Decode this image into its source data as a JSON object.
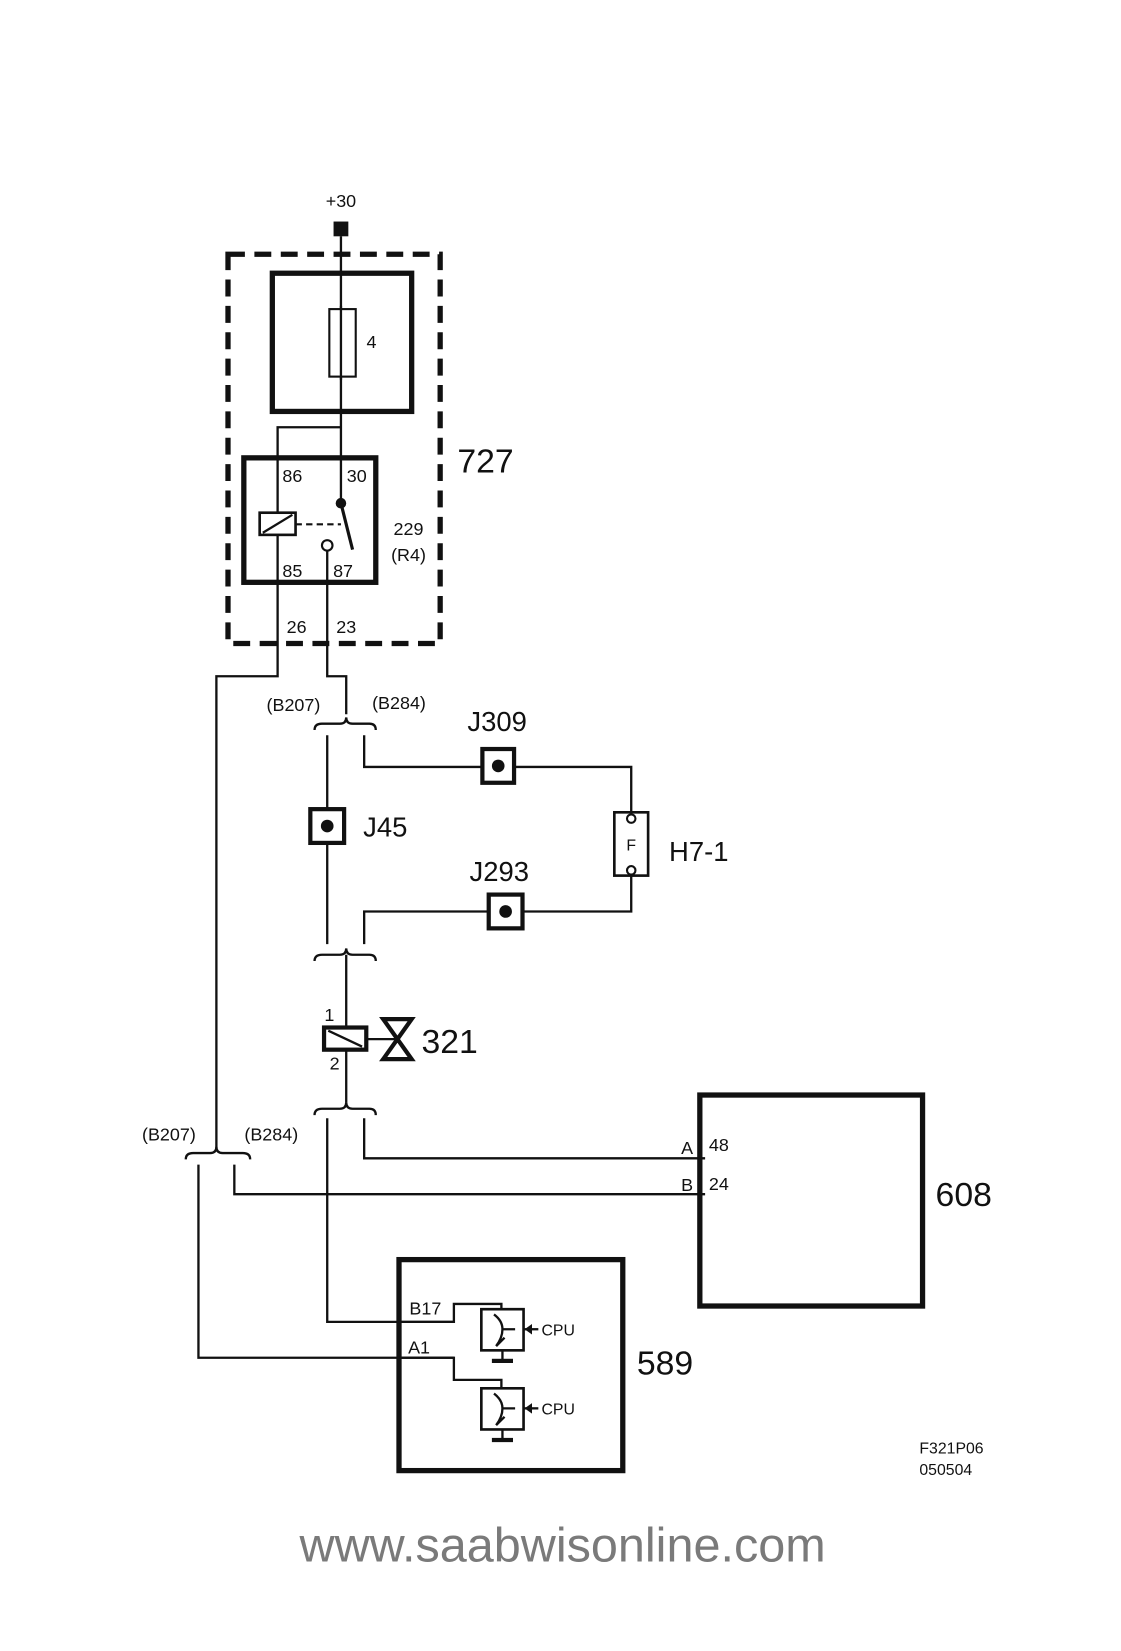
{
  "supply": {
    "label": "+30"
  },
  "unit_727": {
    "label": "727",
    "fuse_label": "4",
    "pins": {
      "out_left": "26",
      "out_right": "23"
    }
  },
  "relay": {
    "id": "229",
    "sub": "(R4)",
    "pins": {
      "p86": "86",
      "p30": "30",
      "p85": "85",
      "p87": "87"
    }
  },
  "connectors": {
    "upper_left": "(B207)",
    "upper_right": "(B284)",
    "lower_left": "(B207)",
    "lower_right": "(B284)"
  },
  "splices": {
    "j309": "J309",
    "j45": "J45",
    "j293": "J293"
  },
  "fuse_h71": {
    "label": "H7-1",
    "symbol": "F"
  },
  "valve": {
    "label": "321",
    "pin1": "1",
    "pin2": "2"
  },
  "unit_608": {
    "label": "608",
    "pin_a": "A",
    "pin_a_no": "48",
    "pin_b": "B",
    "pin_b_no": "24"
  },
  "unit_589": {
    "label": "589",
    "pin_b17": "B17",
    "pin_a1": "A1",
    "cpu1": "CPU",
    "cpu2": "CPU"
  },
  "footer": {
    "code": "F321P06",
    "date": "050504"
  },
  "watermark": "www.saabwisonline.com"
}
